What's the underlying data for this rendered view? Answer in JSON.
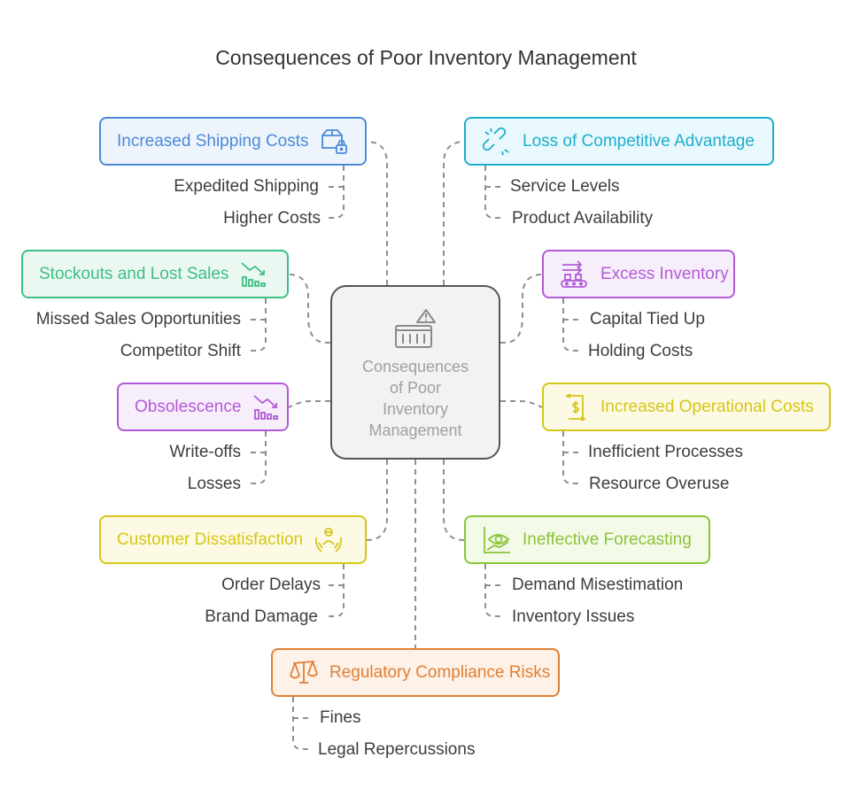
{
  "title": "Consequences of Poor Inventory Management",
  "center": {
    "text": "Consequences\nof Poor\nInventory\nManagement",
    "icon": "warning-box-icon"
  },
  "colors": {
    "blue": "#4a8ad8",
    "cyan": "#1eaecd",
    "green": "#3cbf83",
    "purple": "#b35ad7",
    "yellow": "#d6c617",
    "lime": "#8cc43a",
    "orange": "#e27f33",
    "connector": "#8f8f8f"
  },
  "nodes": {
    "increased_shipping_costs": {
      "label": "Increased Shipping Costs",
      "icon": "package-lock-icon",
      "items": [
        "Expedited Shipping",
        "Higher Costs"
      ]
    },
    "loss_of_competitive_advantage": {
      "label": "Loss of Competitive Advantage",
      "icon": "broken-link-icon",
      "items": [
        "Service Levels",
        "Product Availability"
      ]
    },
    "stockouts_and_lost_sales": {
      "label": "Stockouts and Lost Sales",
      "icon": "declining-chart-icon",
      "items": [
        "Missed Sales Opportunities",
        "Competitor Shift"
      ]
    },
    "excess_inventory": {
      "label": "Excess Inventory",
      "icon": "conveyor-icon",
      "items": [
        "Capital Tied Up",
        "Holding Costs"
      ]
    },
    "obsolescence": {
      "label": "Obsolescence",
      "icon": "declining-chart-icon",
      "items": [
        "Write-offs",
        "Losses"
      ]
    },
    "increased_operational_costs": {
      "label": "Increased Operational Costs",
      "icon": "money-cycle-icon",
      "items": [
        "Inefficient Processes",
        "Resource Overuse"
      ]
    },
    "customer_dissatisfaction": {
      "label": "Customer Dissatisfaction",
      "icon": "person-hands-icon",
      "items": [
        "Order Delays",
        "Brand Damage"
      ]
    },
    "ineffective_forecasting": {
      "label": "Ineffective Forecasting",
      "icon": "eye-chart-icon",
      "items": [
        "Demand Misestimation",
        "Inventory Issues"
      ]
    },
    "regulatory_compliance_risks": {
      "label": "Regulatory Compliance Risks",
      "icon": "scales-icon",
      "items": [
        "Fines",
        "Legal Repercussions"
      ]
    }
  }
}
